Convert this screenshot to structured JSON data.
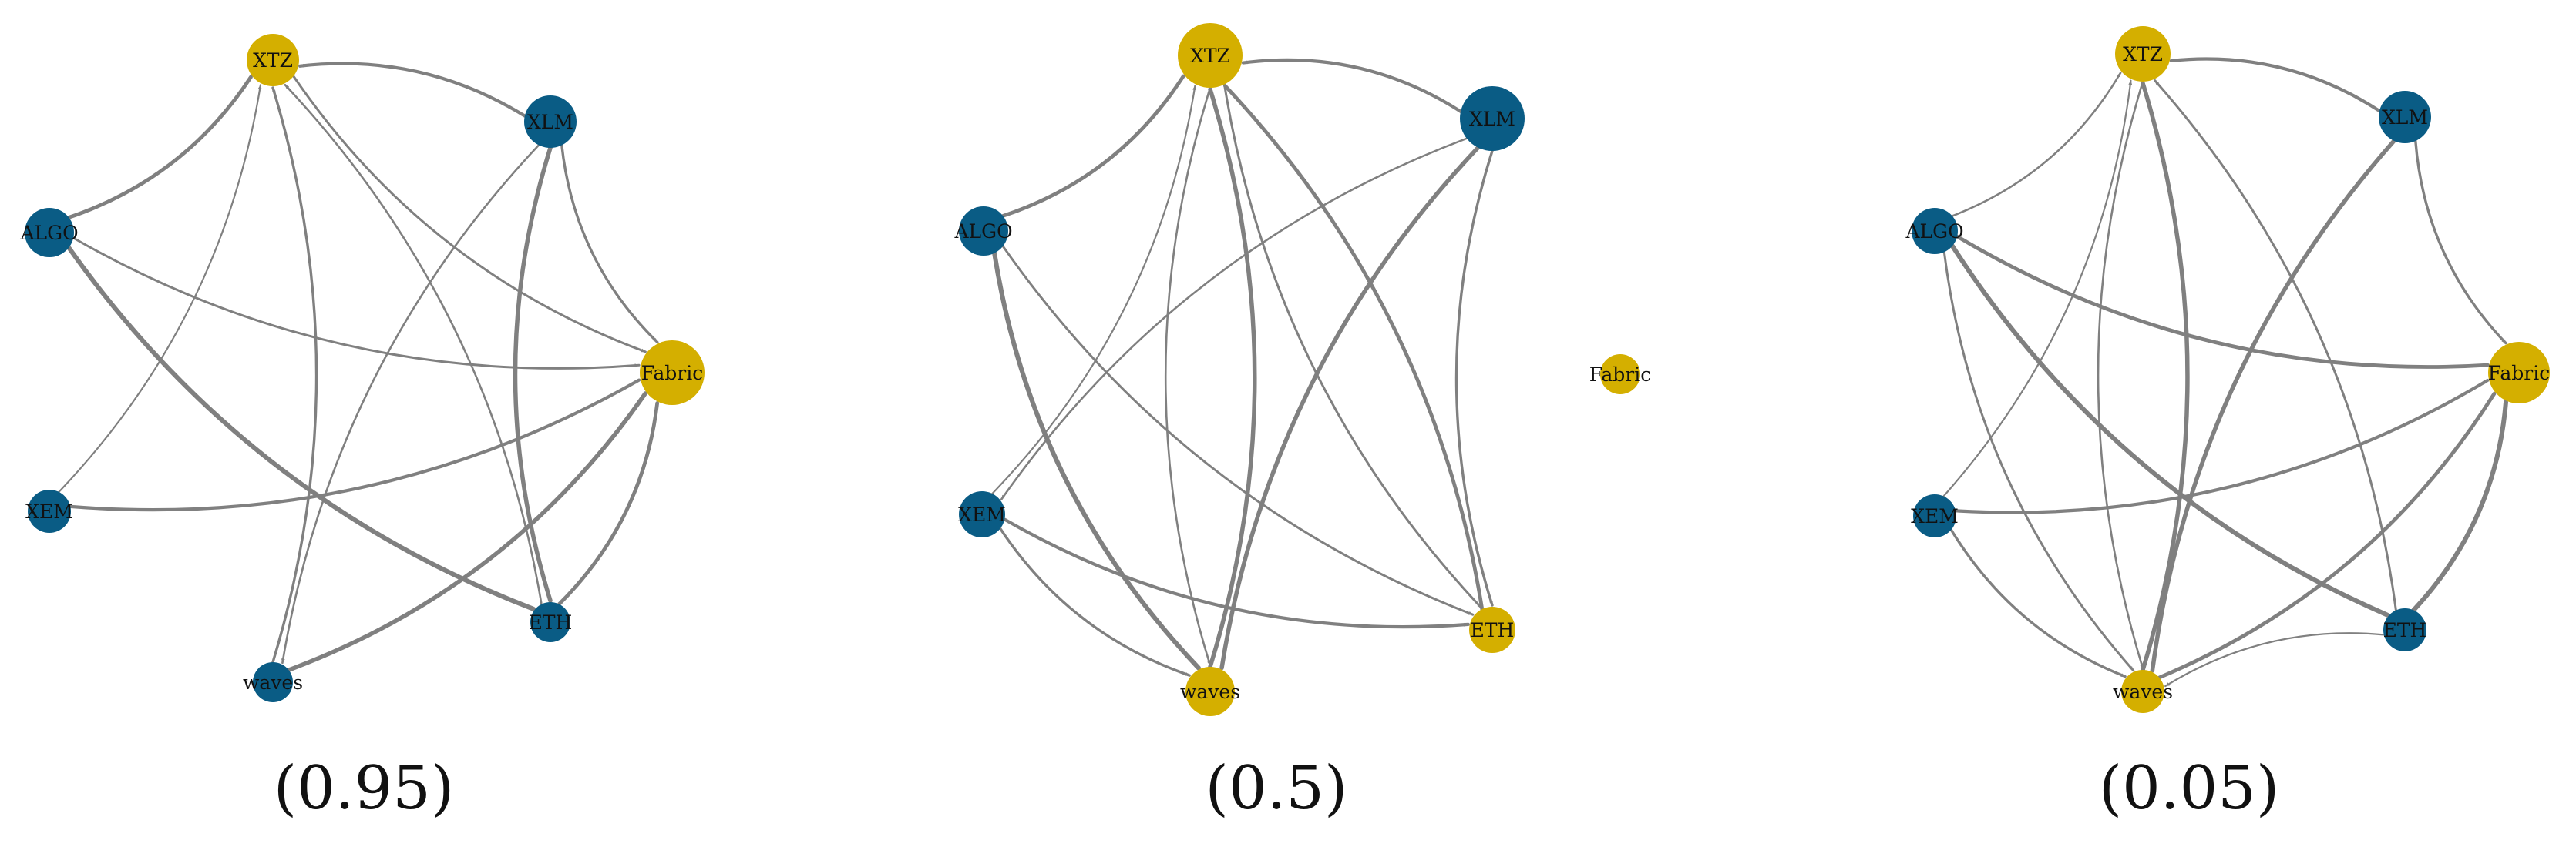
{
  "colors": {
    "gold": "#D4AF00",
    "blue": "#0A5C85",
    "edge": "#808080"
  },
  "panels": [
    {
      "caption": "(0.95)",
      "nodes": [
        {
          "id": "XTZ",
          "label": "XTZ",
          "color": "gold"
        },
        {
          "id": "XLM",
          "label": "XLM",
          "color": "blue"
        },
        {
          "id": "ALGO",
          "label": "ALGO",
          "color": "blue"
        },
        {
          "id": "Fabric",
          "label": "Fabric",
          "color": "gold"
        },
        {
          "id": "XEM",
          "label": "XEM",
          "color": "blue"
        },
        {
          "id": "ETH",
          "label": "ETH",
          "color": "blue"
        },
        {
          "id": "waves",
          "label": "waves",
          "color": "blue"
        }
      ],
      "edges": [
        {
          "from": "XLM",
          "to": "XTZ"
        },
        {
          "from": "XLM",
          "to": "Fabric"
        },
        {
          "from": "XLM",
          "to": "ETH"
        },
        {
          "from": "XLM",
          "to": "waves"
        },
        {
          "from": "ALGO",
          "to": "XTZ"
        },
        {
          "from": "ALGO",
          "to": "Fabric"
        },
        {
          "from": "ALGO",
          "to": "ETH"
        },
        {
          "from": "XEM",
          "to": "XTZ"
        },
        {
          "from": "XEM",
          "to": "Fabric"
        },
        {
          "from": "waves",
          "to": "XTZ"
        },
        {
          "from": "waves",
          "to": "Fabric"
        },
        {
          "from": "ETH",
          "to": "XTZ"
        },
        {
          "from": "ETH",
          "to": "Fabric"
        },
        {
          "from": "XTZ",
          "to": "Fabric"
        }
      ]
    },
    {
      "caption": "(0.5)",
      "nodes": [
        {
          "id": "XTZ",
          "label": "XTZ",
          "color": "gold"
        },
        {
          "id": "XLM",
          "label": "XLM",
          "color": "blue"
        },
        {
          "id": "ALGO",
          "label": "ALGO",
          "color": "blue"
        },
        {
          "id": "Fabric",
          "label": "Fabric",
          "color": "gold"
        },
        {
          "id": "XEM",
          "label": "XEM",
          "color": "blue"
        },
        {
          "id": "ETH",
          "label": "ETH",
          "color": "gold"
        },
        {
          "id": "waves",
          "label": "waves",
          "color": "gold"
        }
      ],
      "edges": [
        {
          "from": "XLM",
          "to": "XTZ"
        },
        {
          "from": "XLM",
          "to": "ETH"
        },
        {
          "from": "XLM",
          "to": "waves"
        },
        {
          "from": "XLM",
          "to": "XEM"
        },
        {
          "from": "ALGO",
          "to": "XTZ"
        },
        {
          "from": "ALGO",
          "to": "ETH"
        },
        {
          "from": "ALGO",
          "to": "waves"
        },
        {
          "from": "XEM",
          "to": "XTZ"
        },
        {
          "from": "XEM",
          "to": "ETH"
        },
        {
          "from": "XEM",
          "to": "waves"
        },
        {
          "from": "waves",
          "to": "XTZ"
        },
        {
          "from": "XTZ",
          "to": "waves"
        },
        {
          "from": "ETH",
          "to": "XTZ"
        },
        {
          "from": "XTZ",
          "to": "ETH"
        }
      ]
    },
    {
      "caption": "(0.05)",
      "nodes": [
        {
          "id": "XTZ",
          "label": "XTZ",
          "color": "gold"
        },
        {
          "id": "XLM",
          "label": "XLM",
          "color": "blue"
        },
        {
          "id": "ALGO",
          "label": "ALGO",
          "color": "blue"
        },
        {
          "id": "Fabric",
          "label": "Fabric",
          "color": "gold"
        },
        {
          "id": "XEM",
          "label": "XEM",
          "color": "blue"
        },
        {
          "id": "ETH",
          "label": "ETH",
          "color": "blue"
        },
        {
          "id": "waves",
          "label": "waves",
          "color": "gold"
        }
      ],
      "edges": [
        {
          "from": "XLM",
          "to": "XTZ"
        },
        {
          "from": "XLM",
          "to": "Fabric"
        },
        {
          "from": "XLM",
          "to": "waves"
        },
        {
          "from": "ALGO",
          "to": "XTZ"
        },
        {
          "from": "ALGO",
          "to": "Fabric"
        },
        {
          "from": "ALGO",
          "to": "waves"
        },
        {
          "from": "ALGO",
          "to": "ETH"
        },
        {
          "from": "XEM",
          "to": "XTZ"
        },
        {
          "from": "XEM",
          "to": "Fabric"
        },
        {
          "from": "XEM",
          "to": "waves"
        },
        {
          "from": "waves",
          "to": "XTZ"
        },
        {
          "from": "XTZ",
          "to": "waves"
        },
        {
          "from": "waves",
          "to": "Fabric"
        },
        {
          "from": "ETH",
          "to": "XTZ"
        },
        {
          "from": "ETH",
          "to": "Fabric"
        },
        {
          "from": "ETH",
          "to": "waves"
        }
      ]
    }
  ]
}
